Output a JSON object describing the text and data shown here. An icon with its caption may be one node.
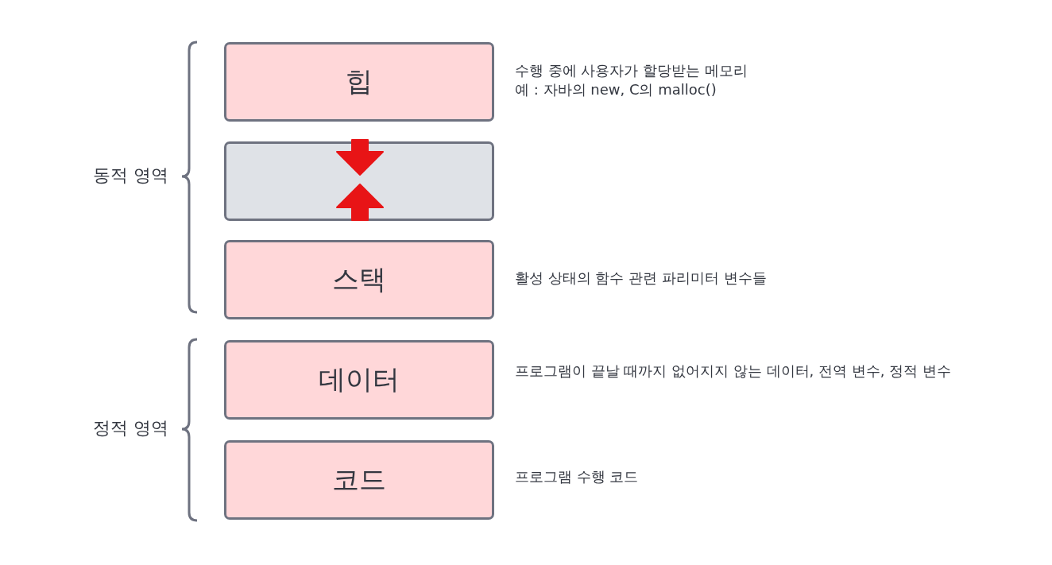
{
  "diagram": {
    "nodes": [
      {
        "text": [
          "힙"
        ],
        "beside": [
          "수행 중에 사용자가 할당받는 메모리",
          "예 : 자바의 new, C의 malloc()"
        ]
      },
      {
        "text": [],
        "shape": "box"
      },
      {
        "text": [
          "스택"
        ],
        "beside": [
          "활성 상태의 함수 관련 파리미터 변수들"
        ]
      },
      {
        "text": [
          "데이터"
        ],
        "beside": [
          "프로그램이 끝날 때까지 없어지지 않는 데이터, 전역 변수, 정적 변수"
        ]
      },
      {
        "text": [
          "코드"
        ],
        "beside": [
          "프로그램 수행 코드"
        ]
      }
    ],
    "edges": [],
    "labels": [
      "동적 영역",
      "정적 영역"
    ]
  }
}
